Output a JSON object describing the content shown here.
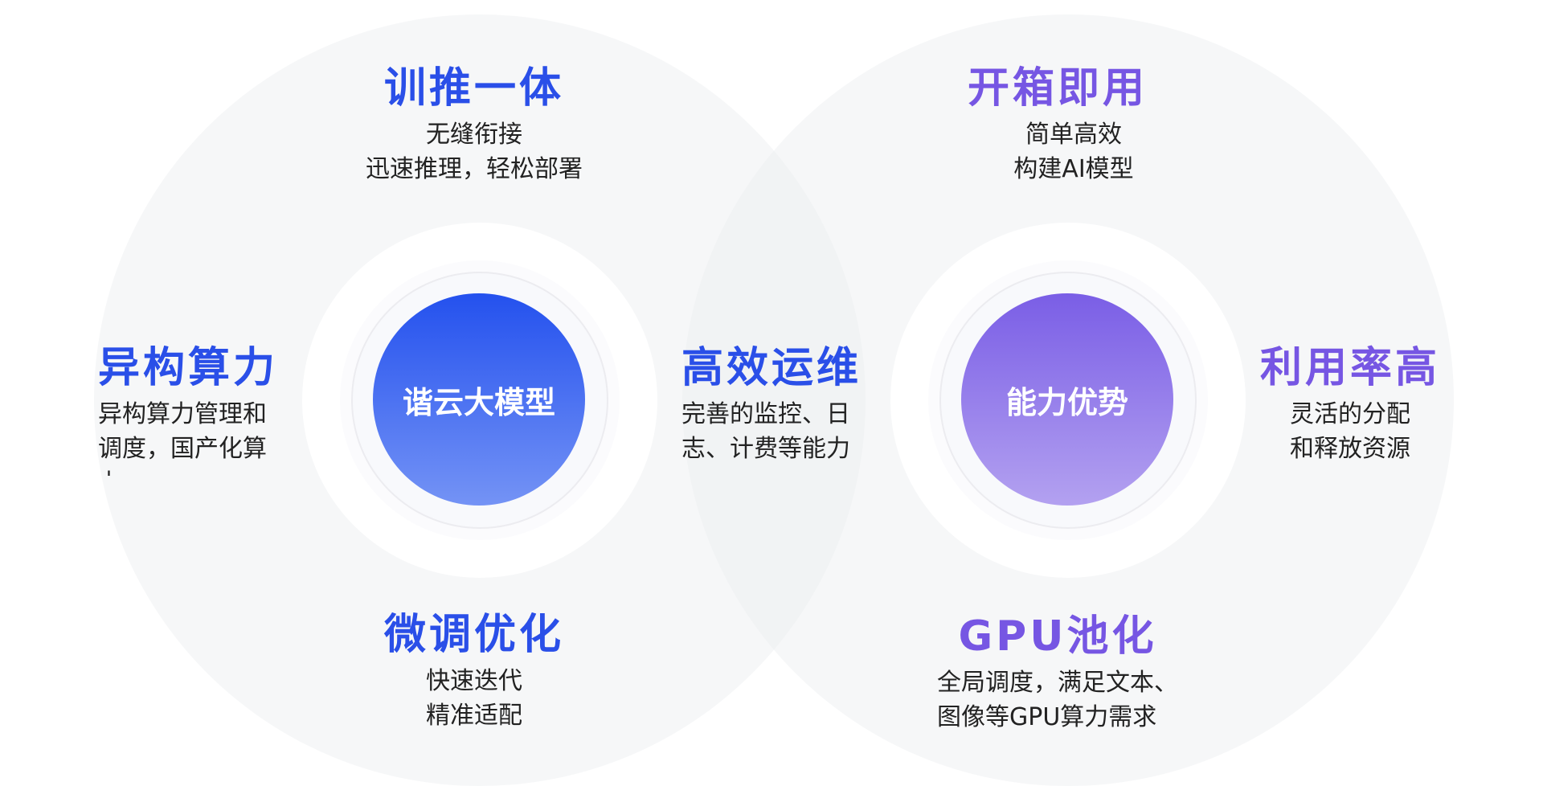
{
  "left_group": {
    "center_label": "谐云大模型",
    "top": {
      "title": "训推一体",
      "lines": [
        "无缝衔接",
        "迅速推理，轻松部署"
      ]
    },
    "left": {
      "title": "异构算力",
      "lines": [
        "异构算力管理和",
        "调度，国产化算",
        "力"
      ]
    },
    "right": {
      "title": "高效运维",
      "lines": [
        "完善的监控、日",
        "志、计费等能力"
      ]
    },
    "bottom": {
      "title": "微调优化",
      "lines": [
        "快速迭代",
        "精准适配"
      ]
    }
  },
  "right_group": {
    "center_label": "能力优势",
    "top": {
      "title": "开箱即用",
      "lines": [
        "简单高效",
        "构建AI模型"
      ]
    },
    "right": {
      "title": "利用率高",
      "lines": [
        "灵活的分配",
        "和释放资源"
      ]
    },
    "bottom": {
      "title": "GPU池化",
      "lines": [
        "全局调度，满足文本、",
        "图像等GPU算力需求"
      ]
    }
  },
  "colors": {
    "blue": "#2a4fe8",
    "purple": "#7656e3"
  }
}
